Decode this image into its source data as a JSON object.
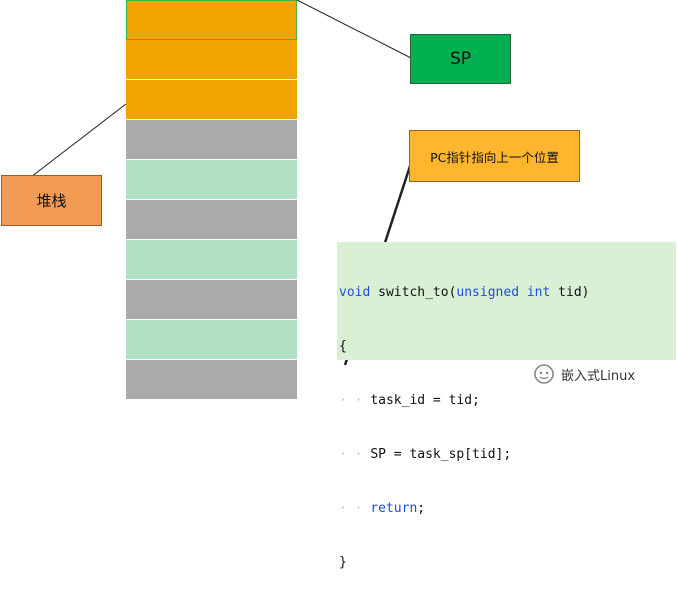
{
  "stack_cells": [
    "orange",
    "orange",
    "orange",
    "gray",
    "green",
    "gray",
    "green",
    "gray",
    "green",
    "gray"
  ],
  "labels": {
    "sp": "SP",
    "stack": "堆栈",
    "pc_note": "PC指针指向上一个位置"
  },
  "code": {
    "line1_kw1": "void",
    "line1_fn": " switch_to(",
    "line1_kw2": "unsigned",
    "line1_sp": " ",
    "line1_kw3": "int",
    "line1_rest": " tid)",
    "line2": "{",
    "line3_indent": "· · ",
    "line3_text": "task_id = tid;",
    "line4_indent": "· · ",
    "line4_text": "SP = task_sp[tid];",
    "line5_indent": "· · ",
    "line5_kw": "return",
    "line5_rest": ";",
    "line6": "}"
  },
  "watermark": "嵌入式Linux",
  "colors": {
    "stack_orange": "#f0a400",
    "stack_gray": "#aaaaaa",
    "stack_green": "#b1dfc1",
    "sp_box": "#00b050",
    "stack_label_box": "#f29b55",
    "pc_box": "#ffb52e",
    "code_bg": "#d9f0d5",
    "keyword": "#1f4fd8"
  },
  "icons": {
    "watermark": "wechat-official-account-icon"
  }
}
